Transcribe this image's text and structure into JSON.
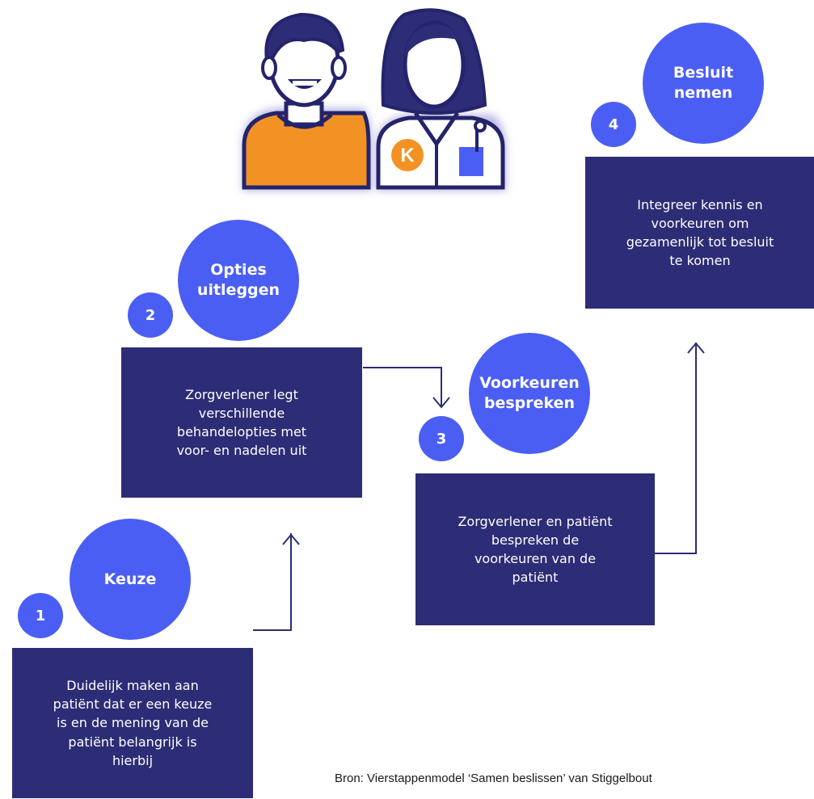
{
  "colors": {
    "box": "#2d2c76",
    "accent": "#4b5ef4",
    "orange": "#f39224",
    "outline": "#24236b"
  },
  "illustration": {
    "patient_icon": "patient-icon",
    "caregiver_icon": "caregiver-icon",
    "badge_letter": "K"
  },
  "steps": [
    {
      "number": "1",
      "title": "Keuze",
      "description": "Duidelijk maken aan\npatiënt dat er een keuze\nis en de mening van de\npatiënt belangrijk is\nhierbij"
    },
    {
      "number": "2",
      "title": "Opties\nuitleggen",
      "description": "Zorgverlener legt\nverschillende\nbehandelopties met\nvoor- en nadelen uit"
    },
    {
      "number": "3",
      "title": "Voorkeuren\nbespreken",
      "description": "Zorgverlener en patiënt\nbespreken de\nvoorkeuren van de\npatiënt"
    },
    {
      "number": "4",
      "title": "Besluit\nnemen",
      "description": "Integreer kennis en\nvoorkeuren om\ngezamenlijk tot besluit\nte komen"
    }
  ],
  "source": "Bron: Vierstappenmodel ‘Samen beslissen’ van Stiggelbout"
}
